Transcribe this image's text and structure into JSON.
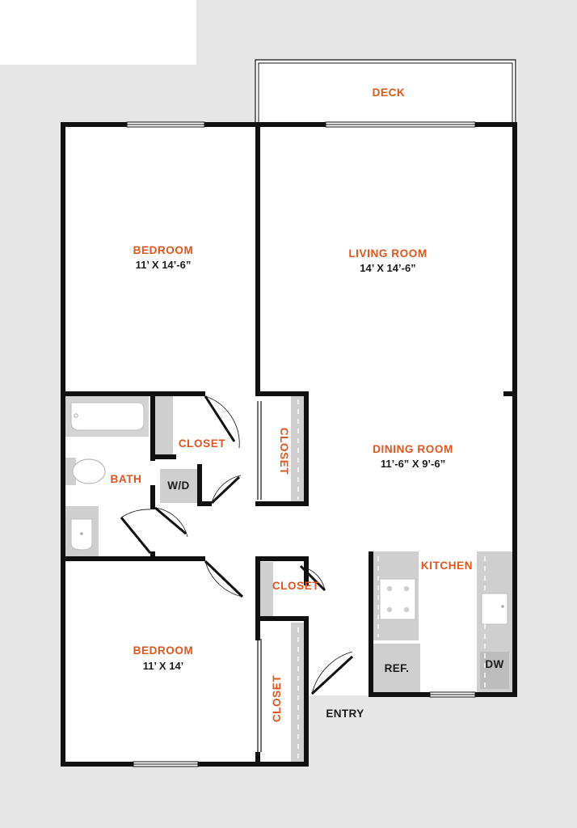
{
  "colors": {
    "accent": "#e0561e",
    "wall": "#111111",
    "site": "#e6e6e6",
    "fixture": "#cfcfcf",
    "fixture_dark": "#bdbdbd",
    "text_dark": "#1a1a1a"
  },
  "rooms": {
    "deck": {
      "label": "DECK"
    },
    "bedroom_1": {
      "label": "BEDROOM",
      "dim": "11’ X 14’-6”"
    },
    "living_room": {
      "label": "LIVING ROOM",
      "dim": "14’ X 14’-6”"
    },
    "dining_room": {
      "label": "DINING ROOM",
      "dim": "11’-6” X 9’-6”"
    },
    "bath": {
      "label": "BATH"
    },
    "closet_hall": {
      "label": "CLOSET"
    },
    "closet_vertical_upper": {
      "label": "CLOSET"
    },
    "closet_small": {
      "label": "CLOSET"
    },
    "closet_vertical_lower": {
      "label": "CLOSET"
    },
    "kitchen": {
      "label": "KITCHEN"
    },
    "bedroom_2": {
      "label": "BEDROOM",
      "dim": "11’ X 14’"
    }
  },
  "fixtures": {
    "washer_dryer": "W/D",
    "refrigerator": "REF.",
    "dishwasher": "DW"
  },
  "entry": {
    "label": "ENTRY"
  },
  "icons": [
    "bathtub-icon",
    "toilet-icon",
    "sink-icon",
    "stove-icon",
    "kitchen-sink-icon"
  ]
}
